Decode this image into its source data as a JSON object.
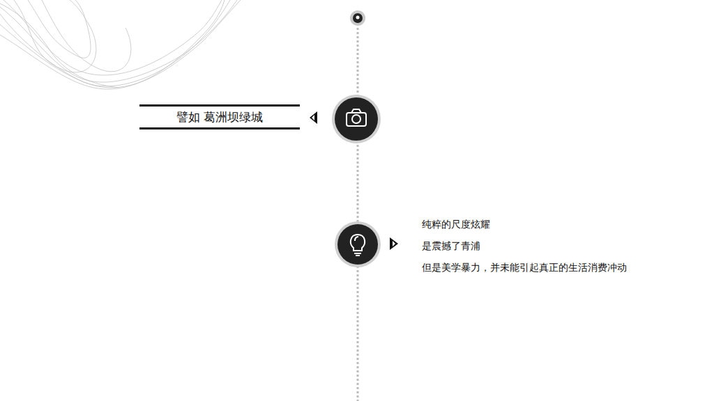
{
  "diagram": {
    "nodes": [
      {
        "text": [
          "譬如 葛洲坝绿城"
        ]
      }
    ],
    "labels": [
      "纯粹的尺度炫耀",
      "是震撼了青浦",
      "但是美学暴力，并未能引起真正的生活消费冲动"
    ]
  }
}
